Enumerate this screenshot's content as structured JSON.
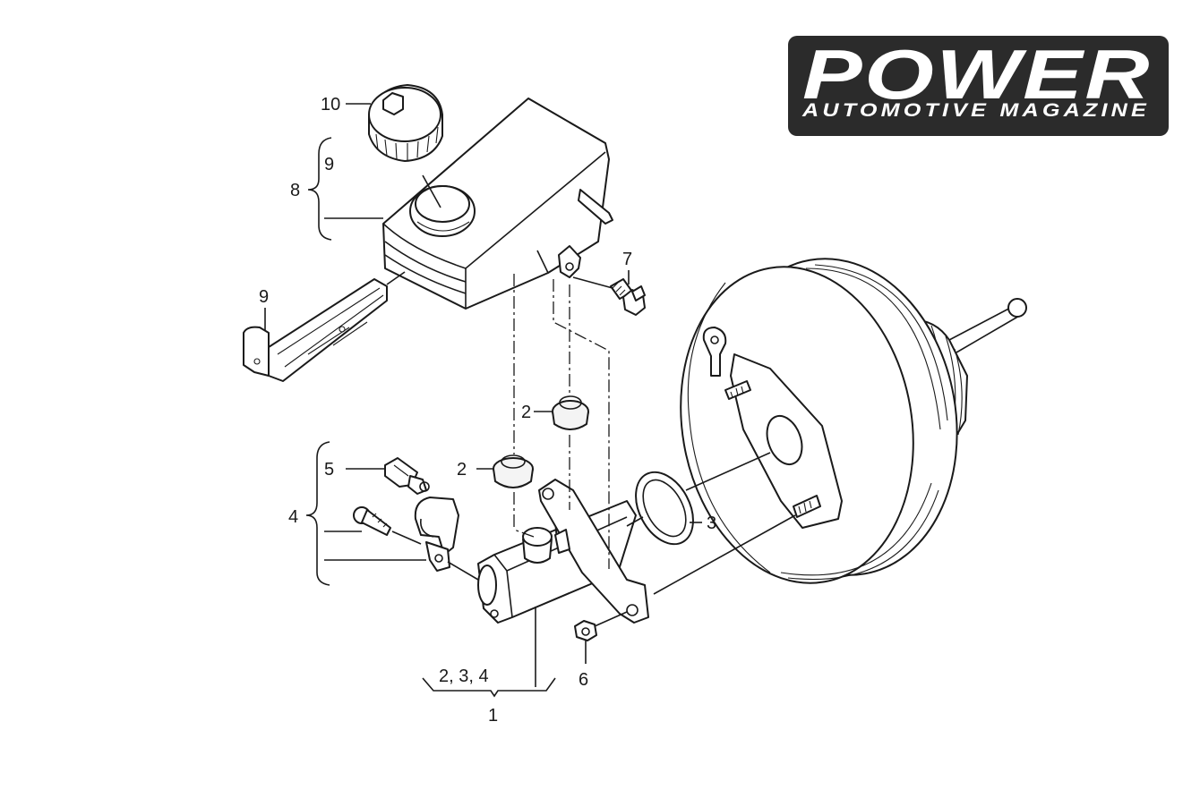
{
  "logo": {
    "title": "POWER",
    "subtitle": "AUTOMOTIVE MAGAZINE"
  },
  "callouts": {
    "c10": "10",
    "c9_top": "9",
    "c8": "8",
    "c9_lower": "9",
    "c7": "7",
    "c2_upper": "2",
    "c2_lower": "2",
    "c5": "5",
    "c4": "4",
    "c3": "3",
    "c6": "6",
    "c234": "2, 3, 4",
    "c1": "1"
  },
  "colors": {
    "line": "#1a1a1a",
    "background": "#ffffff",
    "logo_bg": "#2b2b2b"
  }
}
